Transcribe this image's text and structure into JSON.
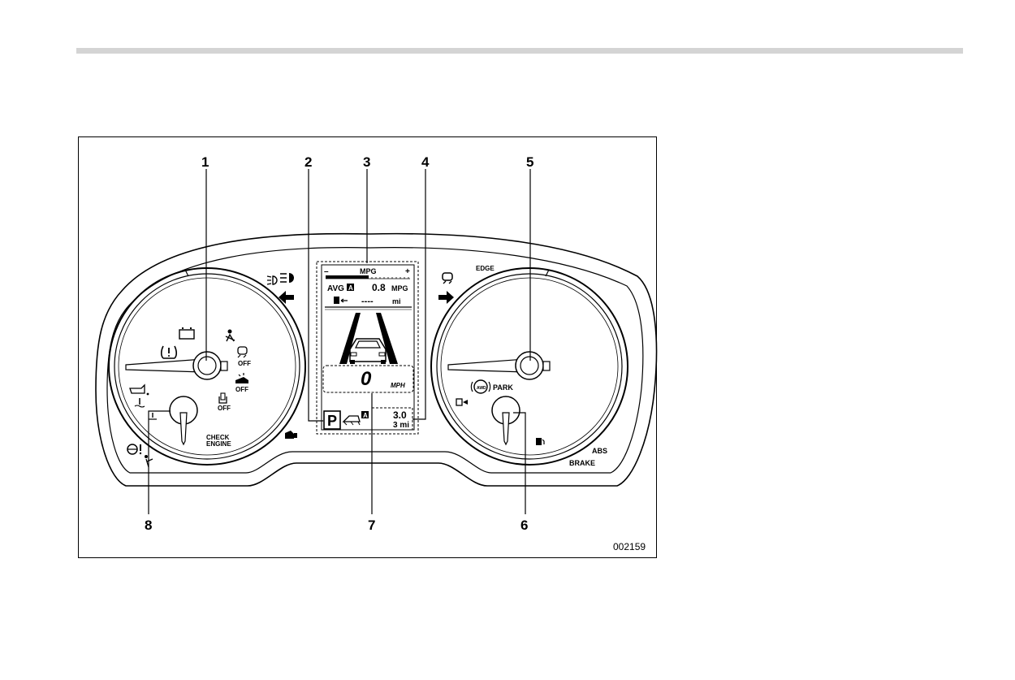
{
  "figure_id": "002159",
  "callouts": [
    "1",
    "2",
    "3",
    "4",
    "5",
    "6",
    "7",
    "8"
  ],
  "display": {
    "mpg_label": "MPG",
    "minus": "–",
    "plus": "+",
    "avg_label": "AVG",
    "avg_mode": "A",
    "avg_value": "0.8",
    "avg_unit": "MPG",
    "range_value": "----",
    "range_unit": "mi",
    "speed_value": "0",
    "speed_unit": "MPH",
    "gear": "P",
    "trip_mode": "A",
    "trip_value": "3.0",
    "odo_value": "3 mi"
  },
  "left_gauge": {
    "check_engine_line1": "CHECK",
    "check_engine_line2": "ENGINE",
    "off_label_1": "OFF",
    "off_label_2": "OFF",
    "off_label_3": "OFF"
  },
  "right_gauge": {
    "edge_label": "EDGE",
    "park_label": "PARK",
    "awd_label": "AWD",
    "abs_label": "ABS",
    "brake_label": "BRAKE"
  },
  "colors": {
    "line": "#000000",
    "background": "#ffffff",
    "rule": "#d4d4d4"
  }
}
